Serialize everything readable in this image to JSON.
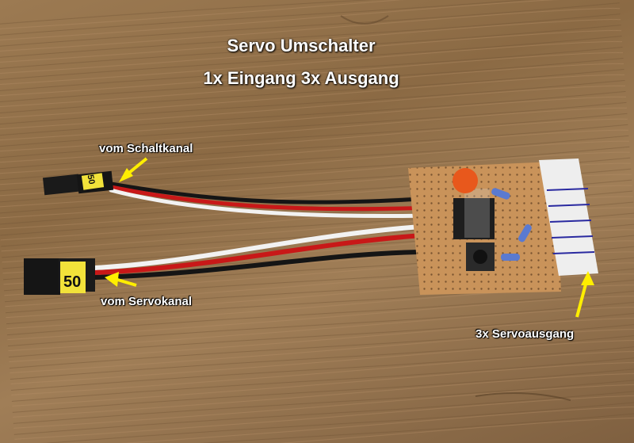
{
  "title": {
    "line1": "Servo Umschalter",
    "line2": "1x Eingang 3x Ausgang"
  },
  "labels": {
    "schaltkanal": "vom Schaltkanal",
    "servokanal": "vom Servokanal",
    "servoausgang": "3x Servoausgang"
  },
  "plug_tags": {
    "top": "50",
    "bottom": "50"
  },
  "colors": {
    "arrow": "#ffee00",
    "wire_black": "#151515",
    "wire_red": "#c81818",
    "wire_white": "#f2f2f2",
    "board": "#c9935a",
    "chip": "#1e1e1e",
    "capacitor": "#e8581c"
  }
}
